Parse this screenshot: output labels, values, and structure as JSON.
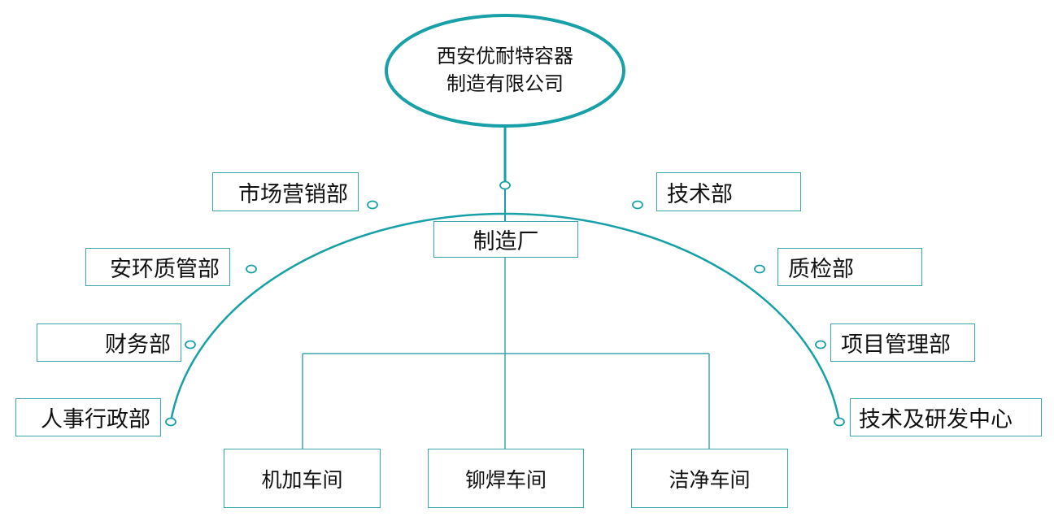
{
  "title": {
    "line1": "西安优耐特容器",
    "line2": "制造有限公司"
  },
  "arc_departments": {
    "left": [
      "市场营销部",
      "安环质管部",
      "财务部",
      "人事行政部"
    ],
    "right": [
      "技术部",
      "质检部",
      "项目管理部",
      "技术及研发中心"
    ]
  },
  "factory": {
    "label": "制造厂",
    "workshops": [
      "机加车间",
      "铆焊车间",
      "洁净车间"
    ]
  },
  "colors": {
    "line": "#17a0a8",
    "box_border": "#3aa6ae",
    "text": "#111111"
  }
}
